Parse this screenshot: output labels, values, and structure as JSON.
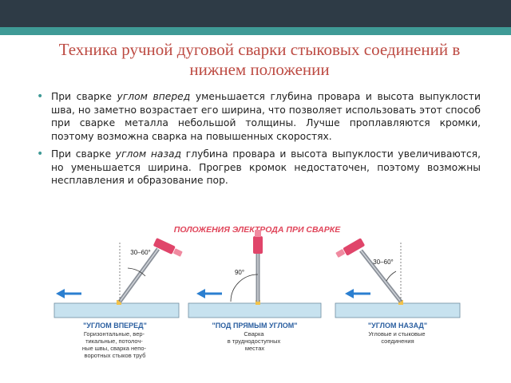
{
  "slide": {
    "title": "Техника ручной дуговой сварки стыковых соединений в нижнем положении",
    "bullets": [
      {
        "before": "При сварке ",
        "emphasis": "углом вперед",
        "after": " уменьшается глубина провара и высота выпуклости шва, но заметно возрастает его ширина, что позволяет использовать этот способ при сварке металла небольшой толщины. Лучше проплавляются кромки, поэтому возможна сварка на повышенных скоростях."
      },
      {
        "before": "При сварке ",
        "emphasis": "углом назад",
        "after": " глубина провара и высота выпуклости увеличиваются, но уменьшается ширина. Прогрев кромок недостаточен, поэтому возможны несплавления и образование пор."
      }
    ]
  },
  "figure": {
    "header": "ПОЛОЖЕНИЯ ЭЛЕКТРОДА ПРИ СВАРКЕ",
    "colors": {
      "header": "#e0455a",
      "label": "#2b5fa0",
      "plate": "#c7e2ef",
      "holder": "#e0456a",
      "rod": "#8a9099"
    },
    "panels": [
      {
        "angle": "30–60°",
        "label": "\"УГЛОМ ВПЕРЕД\"",
        "caption": [
          "Горизонтальные, вер-",
          "тикальные, потолоч-",
          "ные швы, сварка непо-",
          "воротных стыков труб"
        ]
      },
      {
        "angle": "90°",
        "label": "\"ПОД ПРЯМЫМ УГЛОМ\"",
        "caption": [
          "Сварка",
          "в труднодоступных",
          "местах"
        ]
      },
      {
        "angle": "30–60°",
        "label": "\"УГЛОМ НАЗАД\"",
        "caption": [
          "Угловые и стыковые",
          "соединения"
        ]
      }
    ]
  }
}
